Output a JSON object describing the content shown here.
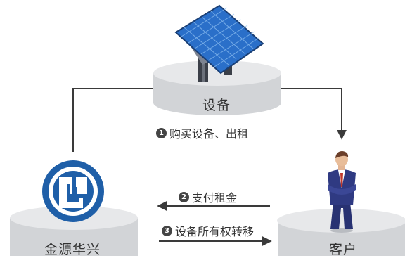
{
  "nodes": {
    "equipment": "设备",
    "company": "金源华兴",
    "customer": "客户"
  },
  "steps": [
    {
      "num": "1",
      "text": "购买设备、出租"
    },
    {
      "num": "2",
      "text": "支付租金"
    },
    {
      "num": "3",
      "text": "设备所有权转移"
    }
  ],
  "colors": {
    "pedestal_top": "#e7e8ea",
    "pedestal_side": "#d2d4d7",
    "connector": "#3a3a3a",
    "logo_blue": "#1f5fa8",
    "panel_blue": "#2a6fc9",
    "suit_blue": "#2f3a82"
  },
  "icons": {
    "equipment": "solar-panel-icon",
    "company": "company-logo-icon",
    "customer": "businessman-icon"
  }
}
